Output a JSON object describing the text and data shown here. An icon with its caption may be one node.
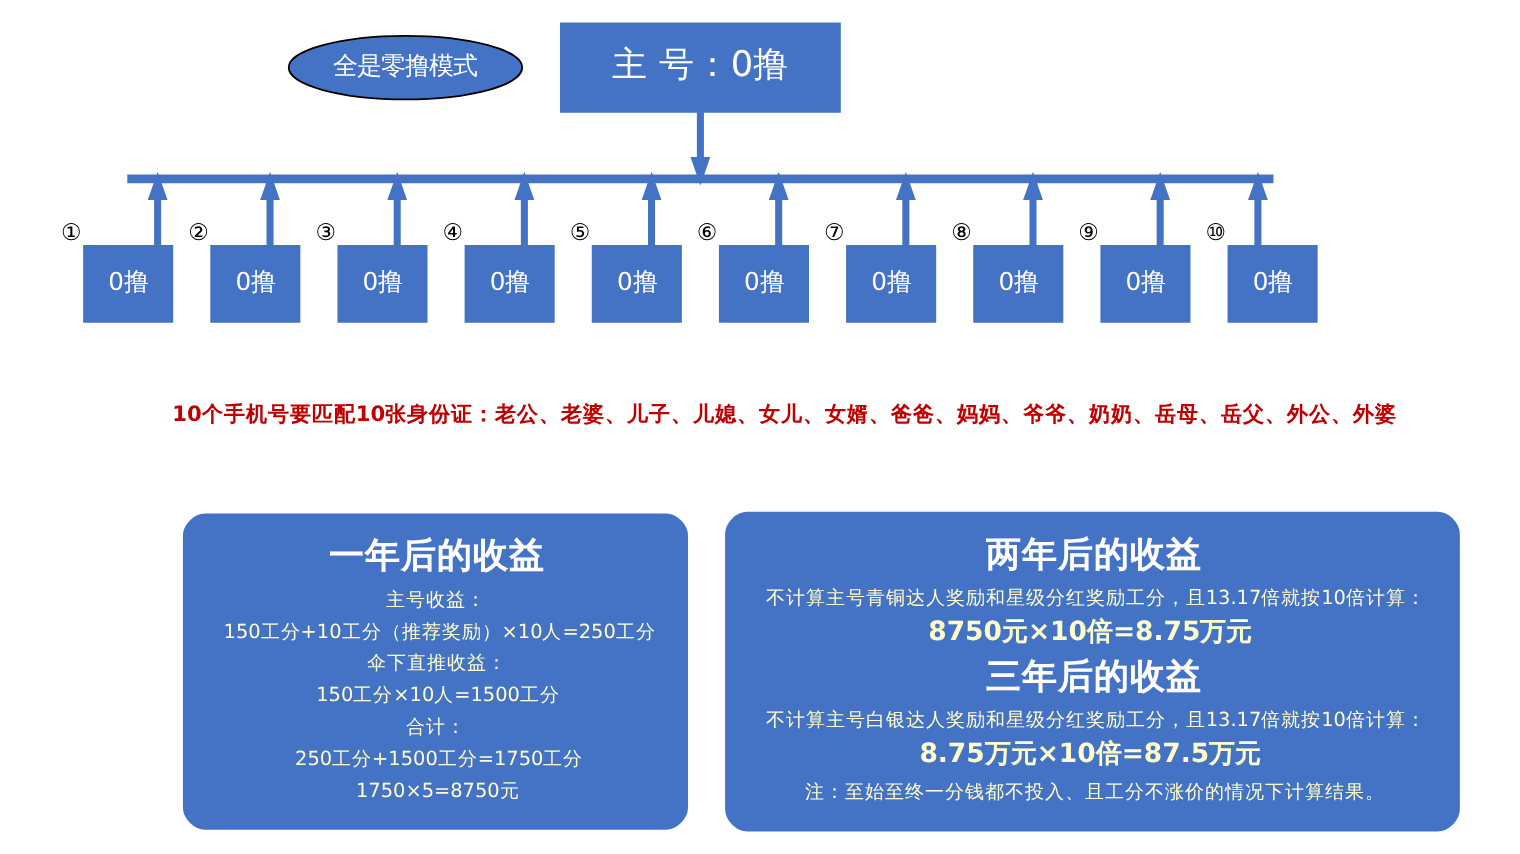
{
  "diagram": {
    "nodes": [
      {
        "text": [
          "全是零撸模式"
        ]
      },
      {
        "text": [
          "主 号：0撸"
        ]
      },
      {
        "text": [],
        "shape": "bar"
      },
      {
        "text": [
          "0撸"
        ],
        "beside": [
          "①"
        ]
      },
      {
        "text": [
          "0撸"
        ],
        "beside": [
          "②"
        ]
      },
      {
        "text": [
          "0撸"
        ],
        "beside": [
          "③"
        ]
      },
      {
        "text": [
          "0撸"
        ],
        "beside": [
          "④"
        ]
      },
      {
        "text": [
          "0撸"
        ],
        "beside": [
          "⑤"
        ]
      },
      {
        "text": [
          "0撸"
        ],
        "beside": [
          "⑥"
        ]
      },
      {
        "text": [
          "0撸"
        ],
        "beside": [
          "⑦"
        ]
      },
      {
        "text": [
          "0撸"
        ],
        "beside": [
          "⑧"
        ]
      },
      {
        "text": [
          "0撸"
        ],
        "beside": [
          "⑨"
        ]
      },
      {
        "text": [
          "0撸"
        ],
        "beside": [
          "⑩"
        ]
      },
      {
        "text": [
          "一年后的收益",
          "主号收益：",
          "150工分+10工分（推荐奖励）×10人=250工分",
          "伞下直推收益：",
          "150工分×10人=1500工分",
          "合计：",
          "250工分+1500工分=1750工分",
          "1750×5=8750元"
        ]
      },
      {
        "text": [
          "两年后的收益",
          "不计算主号青铜达人奖励和星级分红奖励工分，且13.17倍就按10倍计算：",
          "8750元×10倍=8.75万元",
          "三年后的收益",
          "不计算主号白银达人奖励和星级分红奖励工分，且13.17倍就按10倍计算：",
          "8.75万元×10倍=87.5万元",
          "注：至始至终一分钱都不投入、且工分不涨价的情况下计算结果。"
        ]
      }
    ],
    "edges": [
      {
        "from": 1,
        "to": 2,
        "arrow": "to"
      },
      {
        "from": 3,
        "to": 2,
        "arrow": "to"
      },
      {
        "from": 4,
        "to": 2,
        "arrow": "to"
      },
      {
        "from": 5,
        "to": 2,
        "arrow": "to"
      },
      {
        "from": 6,
        "to": 2,
        "arrow": "to"
      },
      {
        "from": 7,
        "to": 2,
        "arrow": "to"
      },
      {
        "from": 8,
        "to": 2,
        "arrow": "to"
      },
      {
        "from": 9,
        "to": 2,
        "arrow": "to"
      },
      {
        "from": 10,
        "to": 2,
        "arrow": "to"
      },
      {
        "from": 11,
        "to": 2,
        "arrow": "to"
      },
      {
        "from": 12,
        "to": 2,
        "arrow": "to"
      }
    ],
    "labels": [
      "10个手机号要匹配10张身份证：老公、老婆、儿子、儿媳、女儿、女婿、爸爸、妈妈、爷爷、奶奶、岳母、岳父、外公、外婆"
    ]
  }
}
